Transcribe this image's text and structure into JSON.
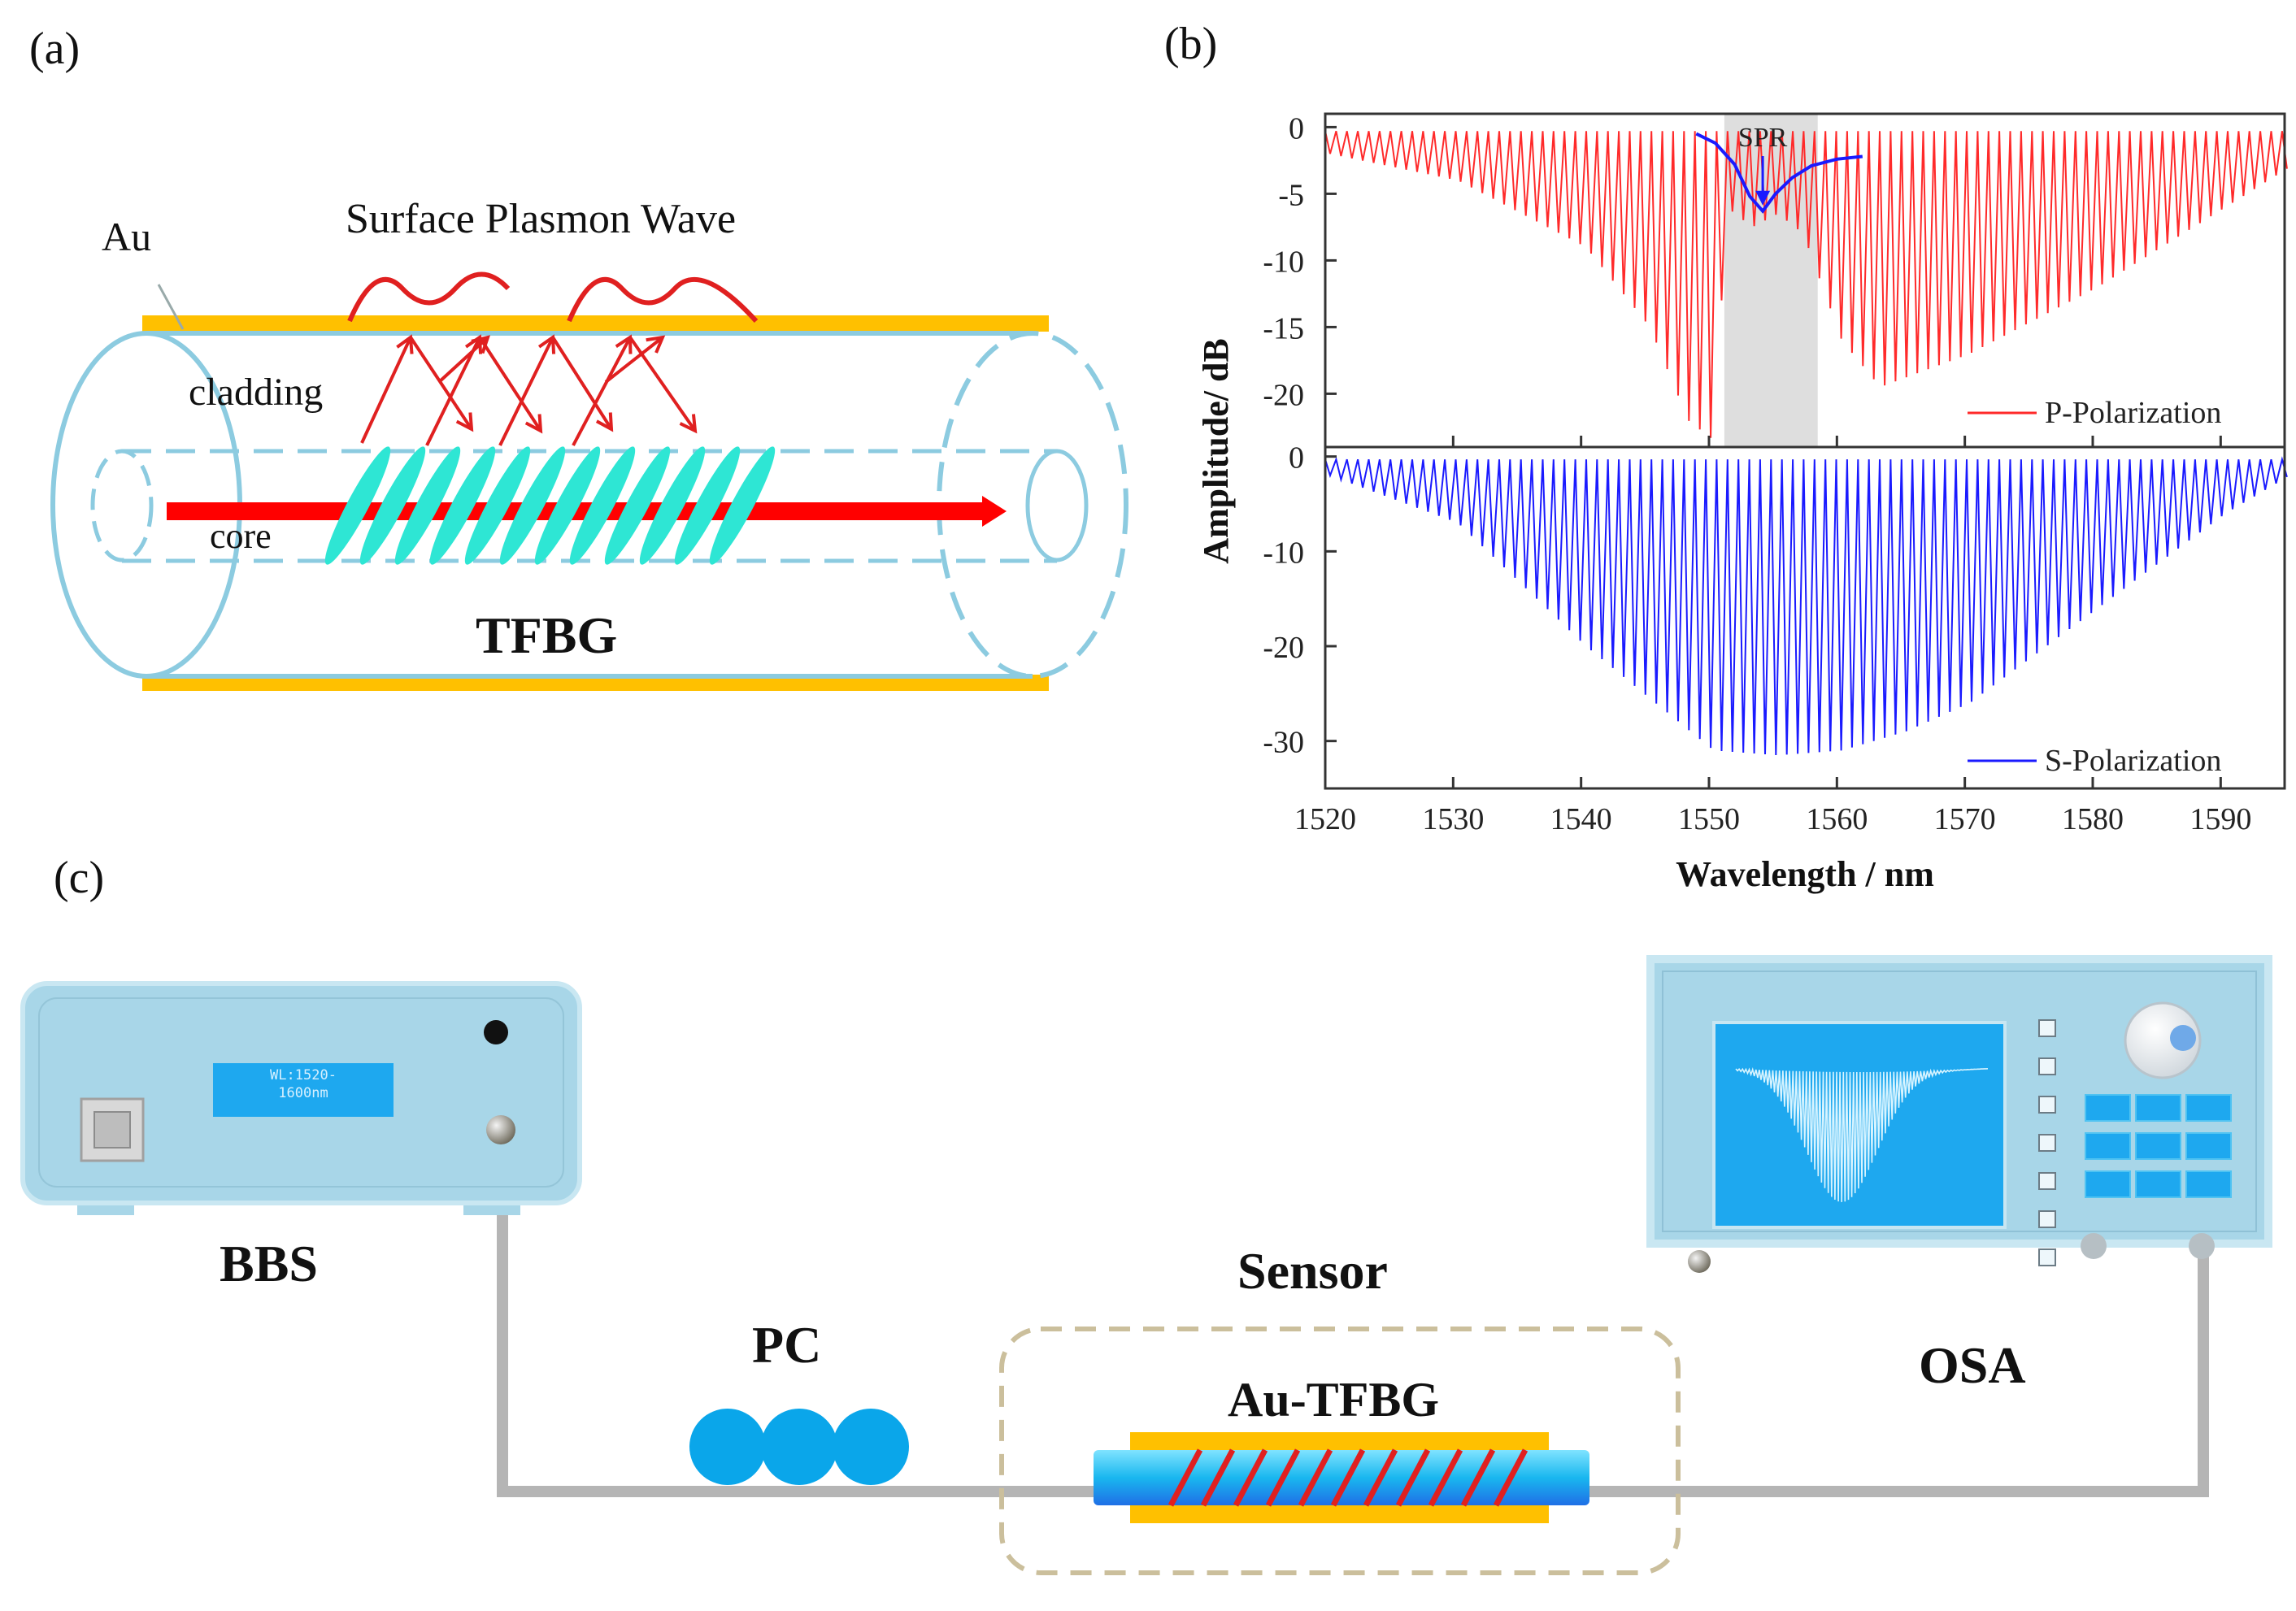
{
  "panel_a": {
    "label": "(a)",
    "au": "Au",
    "wave_label": "Surface Plasmon Wave",
    "cladding": "cladding",
    "core": "core",
    "tfbg": "TFBG"
  },
  "panel_b": {
    "label": "(b)",
    "colors": {
      "p": "#ff2a2a",
      "s": "#1a1aff",
      "band": "#dedede"
    }
  },
  "chart_data": {
    "type": "line",
    "xlabel": "Wavelength / nm",
    "ylabel": "Amplitude/ dB",
    "xlim": [
      1520,
      1595
    ],
    "xticks": [
      1520,
      1530,
      1540,
      1550,
      1560,
      1570,
      1580,
      1590
    ],
    "annotation": "SPR",
    "spr_band": [
      1551.2,
      1558.5
    ],
    "spr_dip_wavelength": 1554.2,
    "panels": [
      {
        "ylim": [
          -24,
          1
        ],
        "yticks": [
          0,
          -5,
          -10,
          -15,
          -20
        ],
        "series": [
          {
            "name": "P-Polarization",
            "legend": "P-Polarization",
            "color": "#ff2a2a",
            "comb_start": 1520.0,
            "comb_end": 1595.0,
            "comb_period": 0.85,
            "envelope_x": [
              1520,
              1530,
              1540,
              1545,
              1548,
              1550,
              1551,
              1553,
              1555,
              1557,
              1560,
              1563,
              1570,
              1580,
              1590,
              1595
            ],
            "envelope_y": [
              -2,
              -4,
              -9,
              -15,
              -22,
              -23.5,
              -6,
              -7.5,
              -6.5,
              -8,
              -16,
              -19.5,
              -17,
              -12,
              -6,
              -3
            ]
          },
          {
            "name": "",
            "color": "#1a1aff",
            "x": [
              1549.0,
              1550.5,
              1552.0,
              1553.2,
              1554.2,
              1555.2,
              1556.5,
              1558.0,
              1560.0,
              1562.0
            ],
            "y": [
              -0.5,
              -1.2,
              -2.8,
              -5.2,
              -6.3,
              -5.0,
              -3.8,
              -2.9,
              -2.4,
              -2.2
            ]
          }
        ]
      },
      {
        "ylim": [
          -35,
          1
        ],
        "yticks": [
          0,
          -10,
          -20,
          -30
        ],
        "series": [
          {
            "name": "S-Polarization",
            "legend": "S-Polarization",
            "color": "#1a1aff",
            "comb_start": 1520.0,
            "comb_end": 1595.0,
            "comb_period": 0.85,
            "envelope_x": [
              1520,
              1530,
              1540,
              1550,
              1555,
              1560,
              1565,
              1570,
              1580,
              1590,
              1595
            ],
            "envelope_y": [
              -2,
              -7,
              -20,
              -31,
              -31.5,
              -31,
              -29,
              -26,
              -16,
              -6,
              -2
            ]
          }
        ]
      }
    ]
  },
  "panel_c": {
    "label": "(c)",
    "bbs": "BBS",
    "bbs_display_line1": "WL:1520-",
    "bbs_display_line2": "1600nm",
    "pc": "PC",
    "sensor": "Sensor",
    "au_tfbg": "Au-TFBG",
    "osa": "OSA"
  }
}
